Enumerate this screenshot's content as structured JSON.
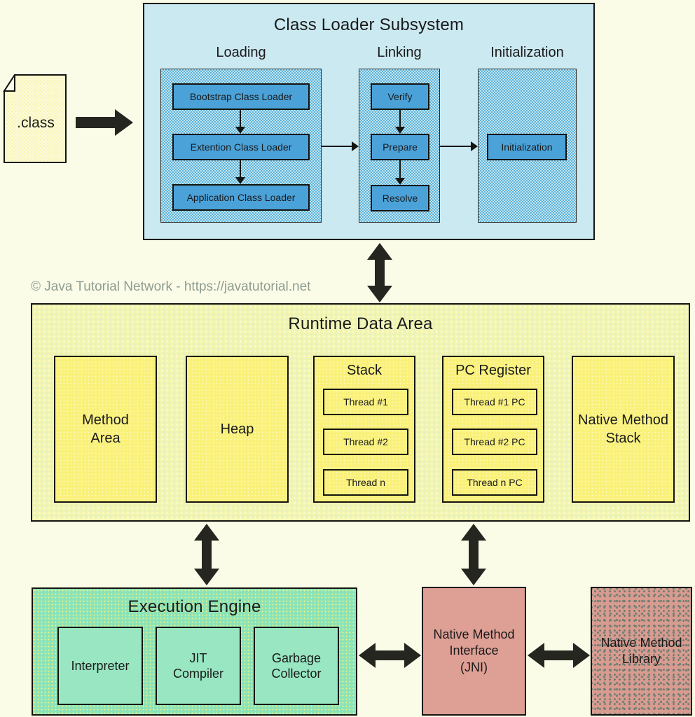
{
  "colors": {
    "page_bg": "#fbfce8",
    "class_loader_bg": "#cbe9f1",
    "loader_box_blue": "#4ba2d9",
    "runtime_bg": "#f2f5ae",
    "runtime_box_yellow": "#faf17b",
    "engine_bg": "#8ce3b8",
    "engine_box_green": "#98e6c2",
    "jni_box_salmon": "#de9f95",
    "library_box_salmon": "#d89b90",
    "arrow_black": "#262620",
    "copyright_gray": "#8d9c90"
  },
  "class_file": {
    "label": ".class"
  },
  "class_loader": {
    "title": "Class Loader Subsystem",
    "columns": [
      {
        "header": "Loading",
        "boxes": [
          "Bootstrap Class Loader",
          "Extention Class Loader",
          "Application Class Loader"
        ]
      },
      {
        "header": "Linking",
        "boxes": [
          "Verify",
          "Prepare",
          "Resolve"
        ]
      },
      {
        "header": "Initialization",
        "boxes": [
          "Initialization"
        ]
      }
    ]
  },
  "copyright": "© Java Tutorial Network - https://javatutorial.net",
  "runtime": {
    "title": "Runtime Data Area",
    "method_area": {
      "line1": "Method",
      "line2": "Area"
    },
    "heap": {
      "label": "Heap"
    },
    "stack": {
      "title": "Stack",
      "threads": [
        "Thread #1",
        "Thread #2",
        "Thread n"
      ]
    },
    "pc_register": {
      "title": "PC Register",
      "threads": [
        "Thread #1 PC",
        "Thread #2 PC",
        "Thread n PC"
      ]
    },
    "native_method_stack": {
      "line1": "Native Method",
      "line2": "Stack"
    }
  },
  "execution_engine": {
    "title": "Execution Engine",
    "interpreter": {
      "line1": "Interpreter"
    },
    "jit": {
      "line1": "JIT",
      "line2": "Compiler"
    },
    "gc": {
      "line1": "Garbage",
      "line2": "Collector"
    }
  },
  "jni": {
    "line1": "Native Method",
    "line2": "Interface",
    "line3": "(JNI)"
  },
  "native_library": {
    "line1": "Native Method",
    "line2": "Library"
  }
}
